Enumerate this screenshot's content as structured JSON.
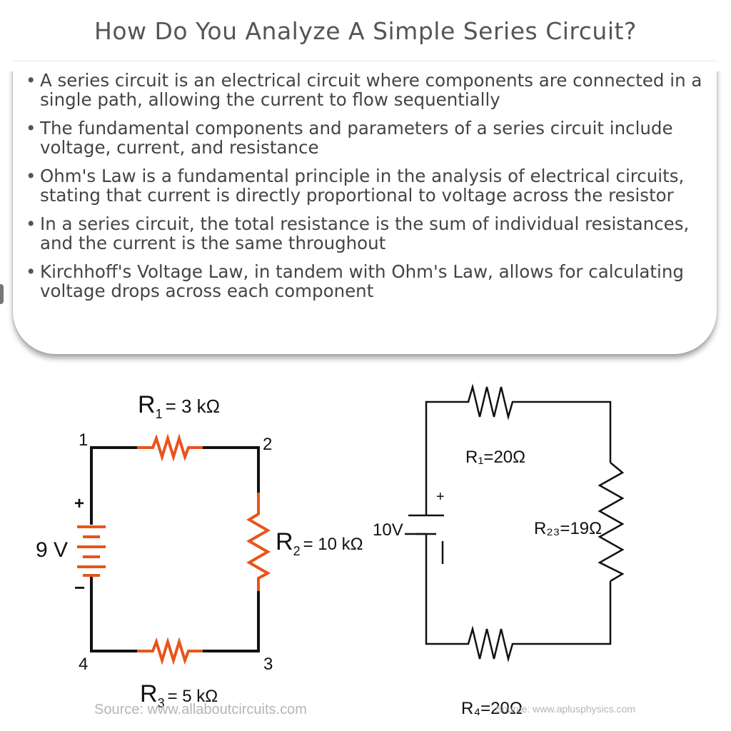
{
  "title": "How Do You Analyze A Simple Series Circuit?",
  "bullets": [
    "A series circuit is an electrical circuit where components are connected in a single path, allowing the current to flow sequentially",
    "The fundamental components and parameters of a series circuit include voltage, current, and resistance",
    "Ohm's Law is a fundamental principle in the analysis of electrical circuits, stating that current is directly proportional to voltage across the resistor",
    "In a series circuit, the total resistance is the sum of individual resistances, and the current is the same throughout",
    "Kirchhoff's Voltage Law, in tandem with Ohm's Law, allows for calculating voltage drops across each component"
  ],
  "circuit_left": {
    "r1_label": "R",
    "r1_sub": "1",
    "r1_value": "= 3 kΩ",
    "r2_label": "R",
    "r2_sub": "2",
    "r2_value": "= 10 kΩ",
    "r3_label": "R",
    "r3_sub": "3",
    "r3_value": "= 5 kΩ",
    "voltage": "9 V",
    "plus": "+",
    "minus": "−",
    "node1": "1",
    "node2": "2",
    "node3": "3",
    "node4": "4",
    "source": "Source: www.allaboutcircuits.com",
    "resistor_color": "#e8541c",
    "wire_color": "#111111"
  },
  "circuit_right": {
    "voltage": "10V",
    "plus": "+",
    "r1": "R₁=20Ω",
    "r23": "R₂₃=19Ω",
    "r4": "R₄=20Ω",
    "source": "Source: www.aplusphysics.com"
  }
}
